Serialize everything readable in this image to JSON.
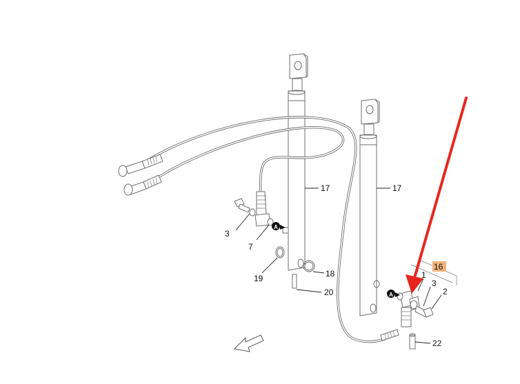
{
  "callouts": {
    "c17a": "17",
    "c17b": "17",
    "c3a": "3",
    "c7": "7",
    "c19": "19",
    "c18": "18",
    "c20": "20",
    "c16": "16",
    "c1": "1",
    "c3b": "3",
    "c2": "2",
    "c22": "22",
    "ref_a1": "A",
    "ref_a2": "A"
  },
  "colors": {
    "highlight_box": "#f2b27c",
    "pointer_arrow": "#e8261f",
    "line": "#6d6d6d"
  },
  "icons": {
    "direction": "direction-arrow-icon",
    "pointer": "pointer-arrow-icon"
  }
}
